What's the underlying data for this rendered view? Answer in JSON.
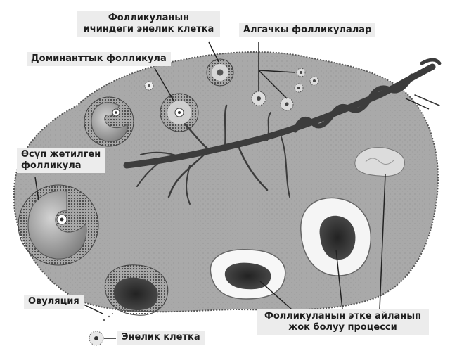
{
  "labels": {
    "oocyte_in_follicle": [
      "Фолликуланын",
      "ичиндеги энелик клетка"
    ],
    "primary_follicles": "Алгачкы фолликулалар",
    "dominant_follicle": "Доминанттык фолликула",
    "mature_follicle": [
      "Өсүп жетилген",
      "фолликула"
    ],
    "ovulation": "Овуляция",
    "egg_cell": "Энелик клетка",
    "follicle_degeneration": [
      "Фолликуланын этке айланып",
      "жок болуу процесси"
    ]
  },
  "colors": {
    "ovary_fill": "#a9a9a9",
    "ovary_dots": "#4a4a4a",
    "vessel": "#3c3c3c",
    "label_bg": "#ececec",
    "text": "#1e1e1e"
  }
}
